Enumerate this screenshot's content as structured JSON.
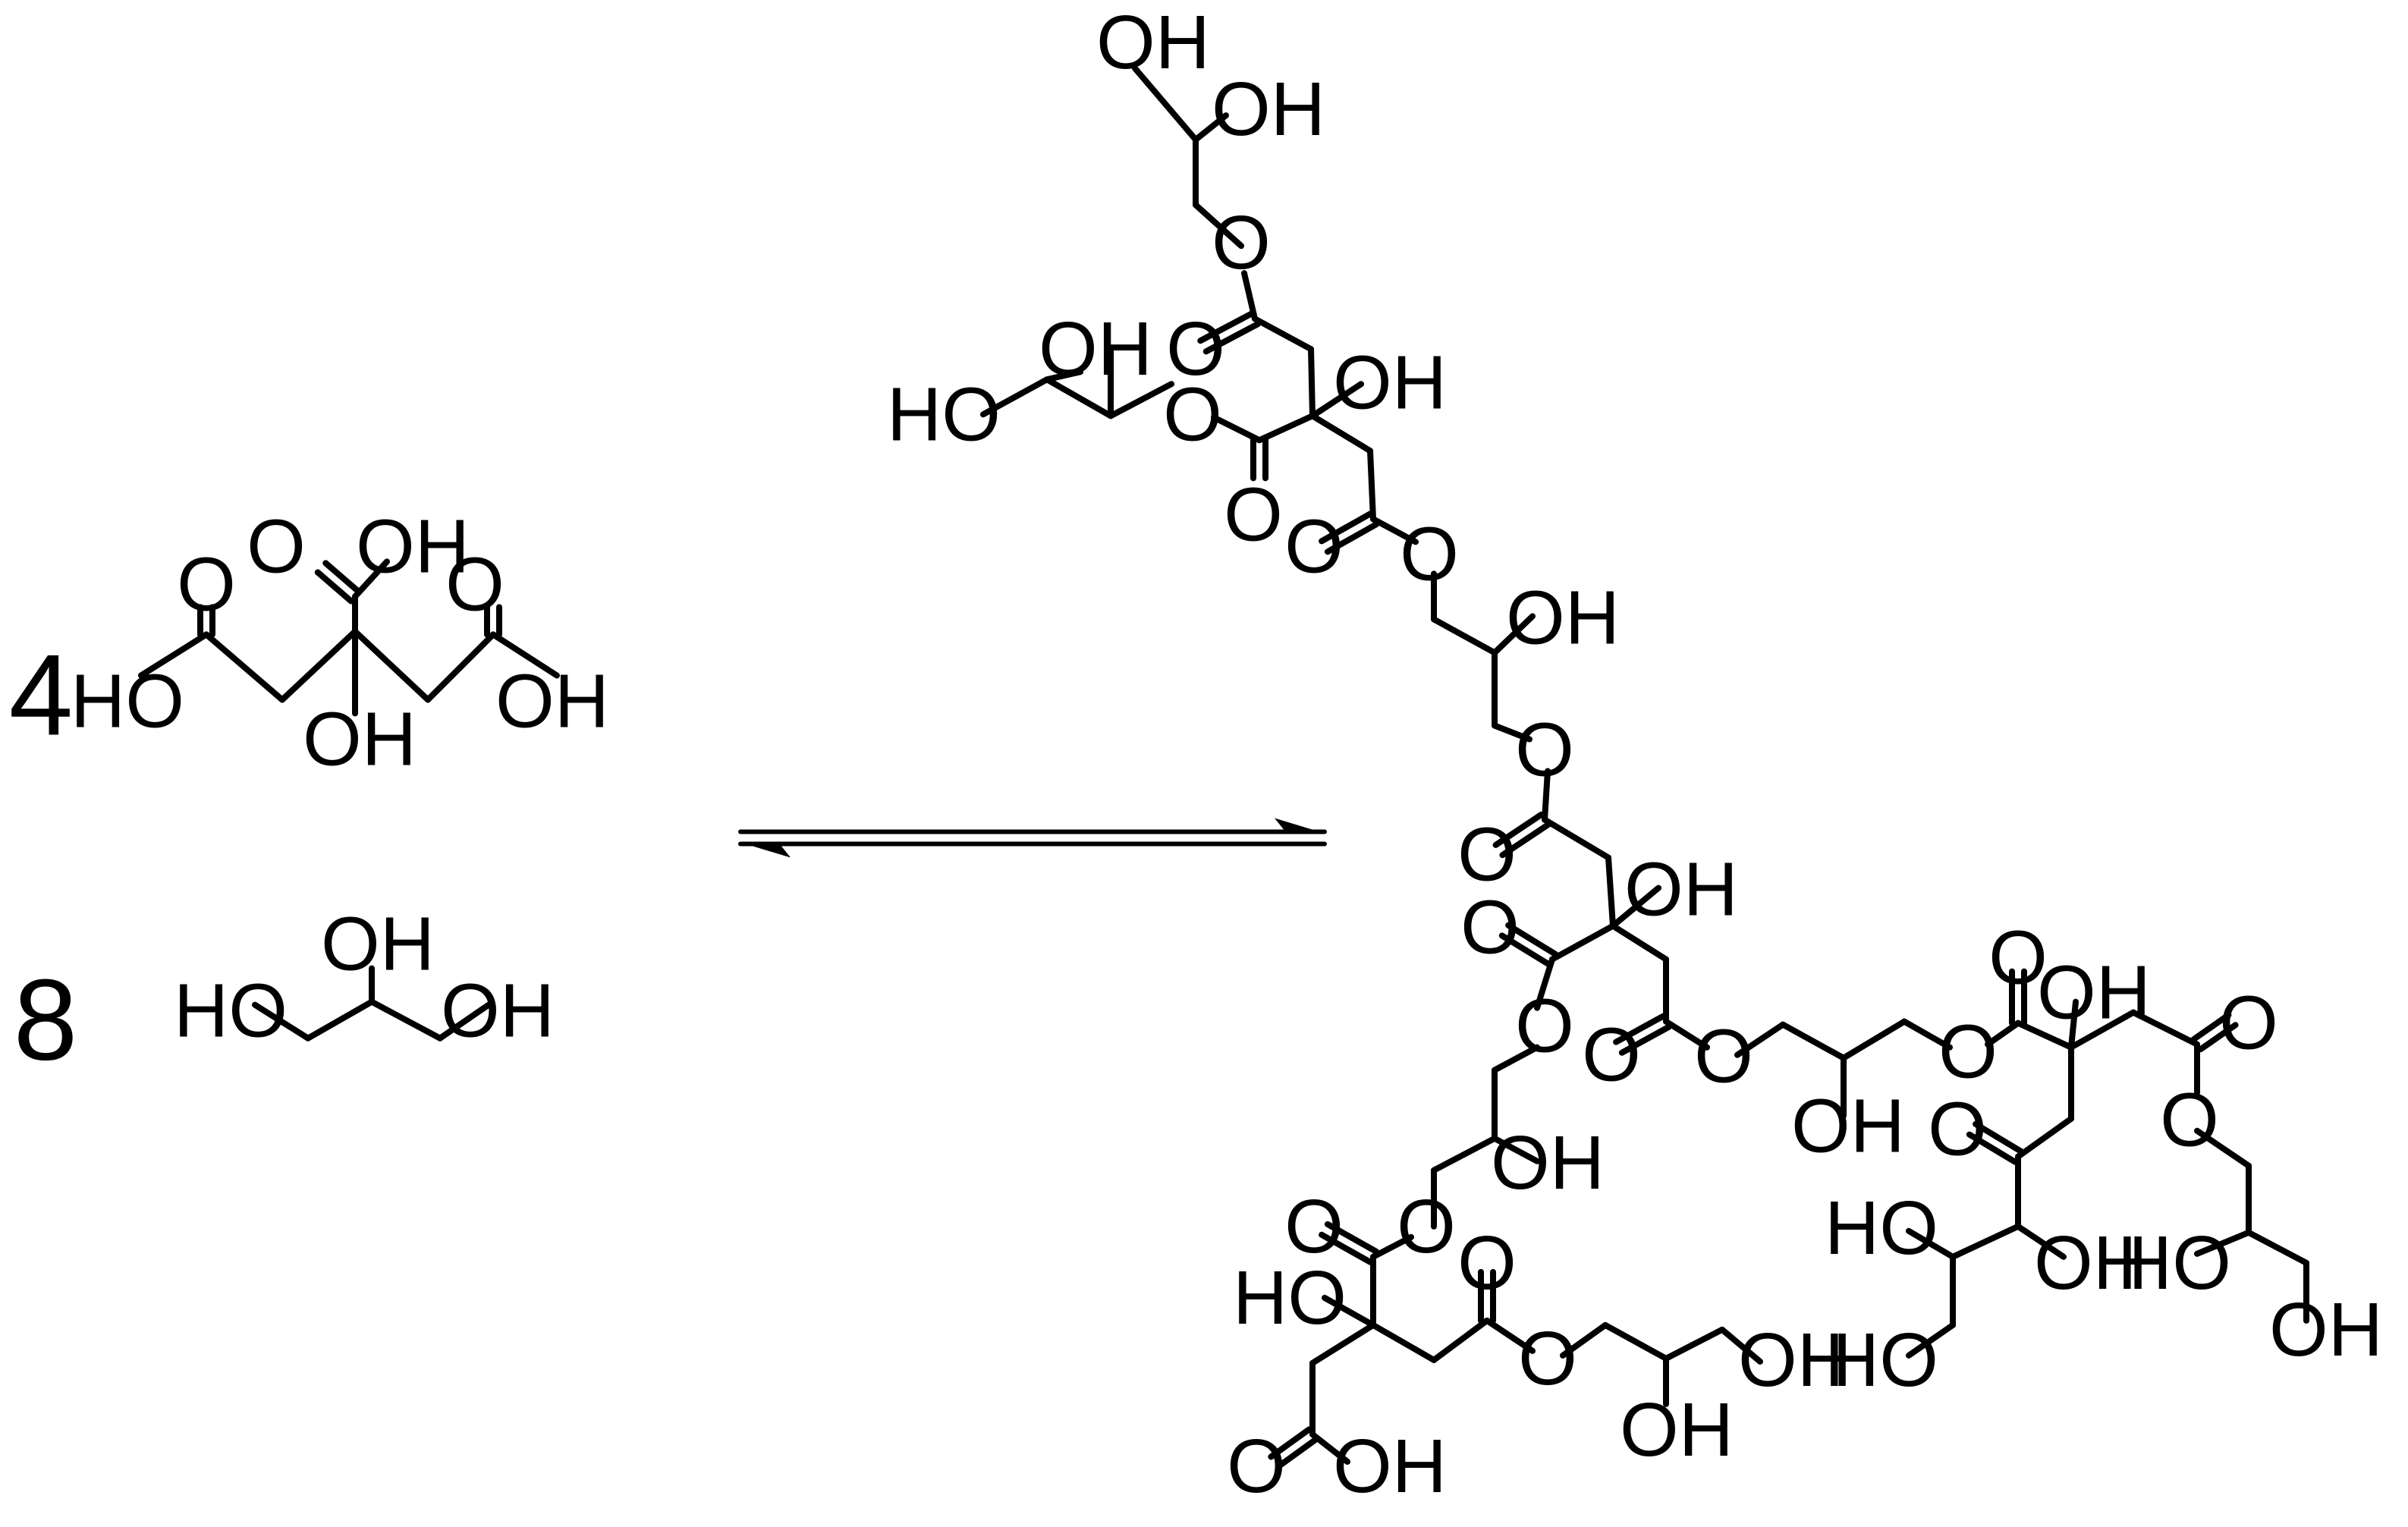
{
  "reaction": {
    "reactants": [
      {
        "coefficient": "4",
        "name": "citric acid"
      },
      {
        "coefficient": "8",
        "name": "glycerol"
      }
    ],
    "arrow": "equilibrium",
    "product": "citric acid / glycerol polyester (branched oligomer)"
  },
  "labels": {
    "OH": "OH",
    "HO": "HO",
    "O": "O"
  }
}
